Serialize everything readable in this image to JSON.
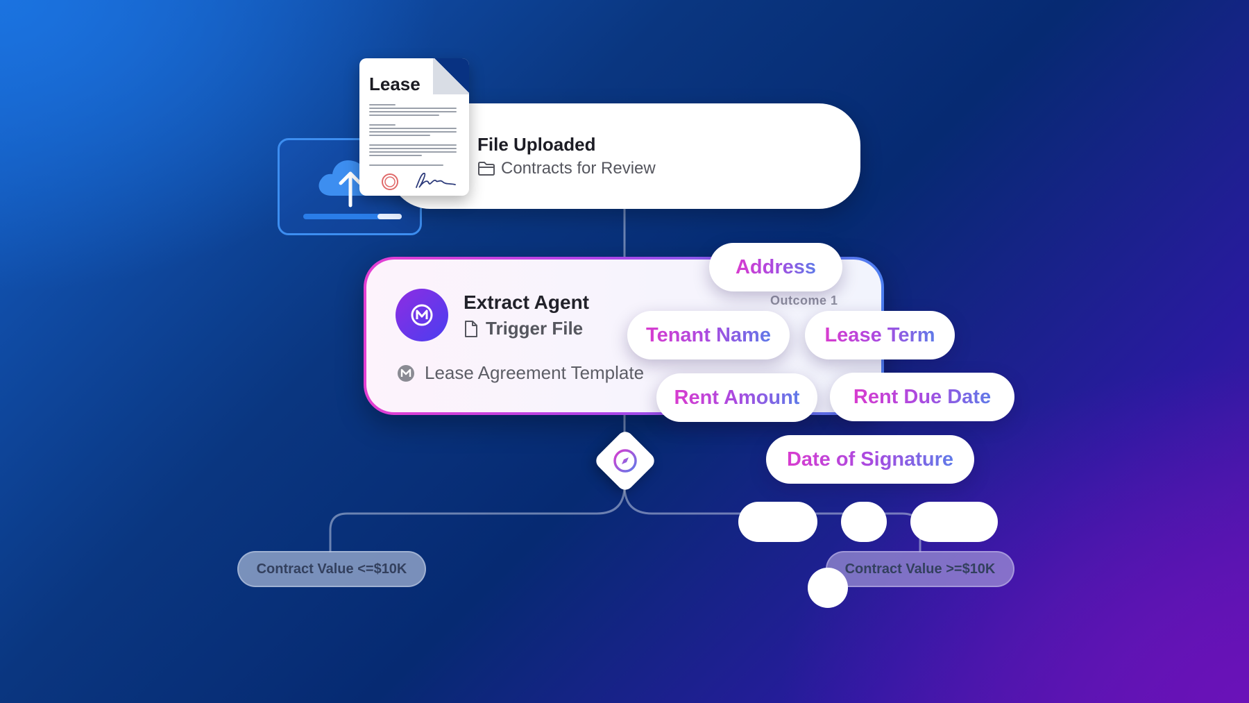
{
  "upload": {
    "icon": "cloud-upload-icon",
    "progress": 0.75
  },
  "lease_doc": {
    "title": "Lease"
  },
  "file_card": {
    "title": "File Uploaded",
    "folder": "Contracts for Review",
    "folder_icon": "folder-icon"
  },
  "agent_card": {
    "title": "Extract Agent",
    "trigger": "Trigger File",
    "trigger_icon": "file-icon",
    "template": "Lease Agreement Template",
    "outcome": "Outcome 1"
  },
  "fields": {
    "address": "Address",
    "tenant_name": "Tenant Name",
    "lease_term": "Lease Term",
    "rent_amount": "Rent Amount",
    "rent_due_date": "Rent Due Date",
    "date_of_signature": "Date of Signature"
  },
  "branches": {
    "left": "Contract Value <=$10K",
    "right": "Contract Value >=$10K"
  },
  "colors": {
    "accent_pink": "#d83ccf",
    "accent_purple": "#a94ae0",
    "accent_blue": "#5f7ae8"
  }
}
